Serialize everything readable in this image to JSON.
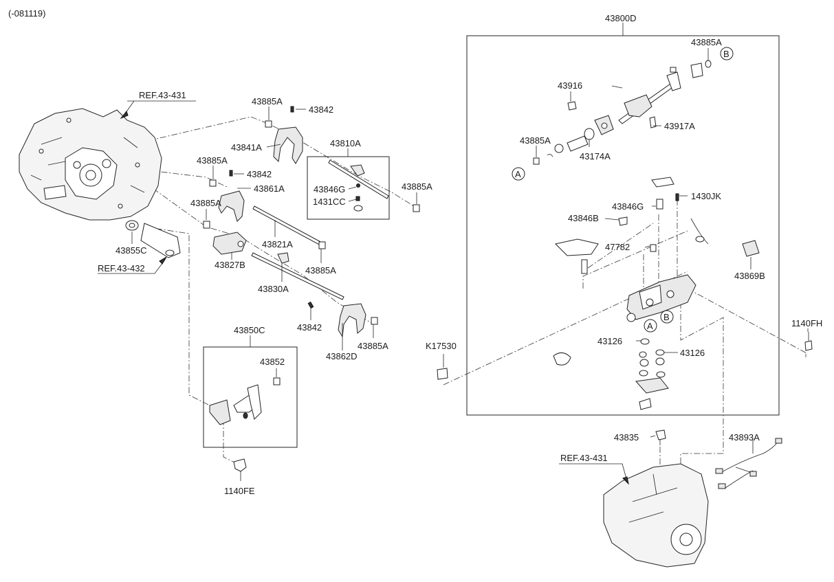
{
  "header": {
    "revision": "(-081119)"
  },
  "boxes": {
    "main_assembly": "43800D",
    "shift_rail": "43810A",
    "lever": "43850C"
  },
  "callouts": {
    "a": "A",
    "b": "B"
  },
  "refs": {
    "ref_431_left": "REF.43-431",
    "ref_432": "REF.43-432",
    "ref_431_bottom": "REF.43-431"
  },
  "parts": {
    "p43885A_1": "43885A",
    "p43842_1": "43842",
    "p43841A": "43841A",
    "p43885A_2": "43885A",
    "p43842_2": "43842",
    "p43861A": "43861A",
    "p43885A_3": "43885A",
    "p43821A": "43821A",
    "p43885A_4": "43885A",
    "p43827B": "43827B",
    "p43830A": "43830A",
    "p43842_3": "43842",
    "p43862D": "43862D",
    "p43885A_5": "43885A",
    "p43846G_left": "43846G",
    "p1431CC": "1431CC",
    "p43885A_6": "43885A",
    "p43855C": "43855C",
    "p43852": "43852",
    "p1140FE": "1140FE",
    "pK17530": "K17530",
    "p43885A_7": "43885A",
    "p43916": "43916",
    "p43917A": "43917A",
    "p43885A_8": "43885A",
    "p43174A": "43174A",
    "p43846G_right": "43846G",
    "p1430JK": "1430JK",
    "p43846B": "43846B",
    "p47782": "47782",
    "p43869B": "43869B",
    "p43126_left": "43126",
    "p43126_right": "43126",
    "p1140FH": "1140FH",
    "p43835": "43835",
    "p43893A": "43893A"
  }
}
